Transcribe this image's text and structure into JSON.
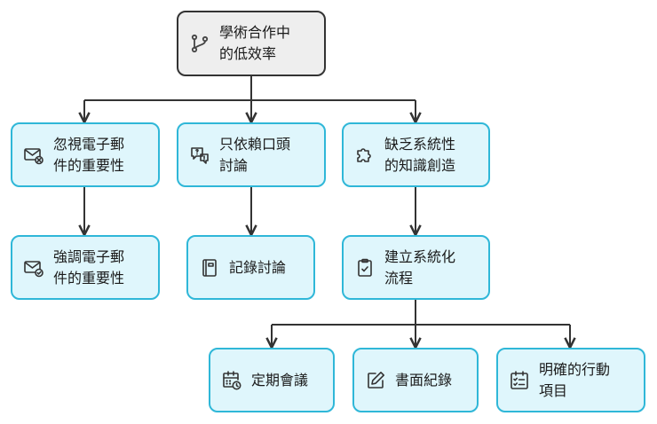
{
  "root": {
    "label": "學術合作中\n的低效率",
    "icon": "branch-icon"
  },
  "causes": [
    {
      "label": "忽視電子郵\n件的重要性",
      "icon": "mail-x-icon"
    },
    {
      "label": "只依賴口頭\n討論",
      "icon": "chat-alert-icon"
    },
    {
      "label": "缺乏系統性\n的知識創造",
      "icon": "puzzle-icon"
    }
  ],
  "solutions": [
    {
      "label": "強調電子郵\n件的重要性",
      "icon": "mail-check-icon"
    },
    {
      "label": "記錄討論",
      "icon": "notebook-icon"
    },
    {
      "label": "建立系統化\n流程",
      "icon": "clipboard-check-icon"
    }
  ],
  "actions": [
    {
      "label": "定期會議",
      "icon": "calendar-clock-icon"
    },
    {
      "label": "書面紀錄",
      "icon": "pen-square-icon"
    },
    {
      "label": "明確的行動\n項目",
      "icon": "list-check-icon"
    }
  ],
  "colors": {
    "node_border": "#2fb7d8",
    "node_fill": "#dff6fc",
    "root_border": "#333333",
    "root_fill": "#eeeeee",
    "edge": "#333333"
  }
}
